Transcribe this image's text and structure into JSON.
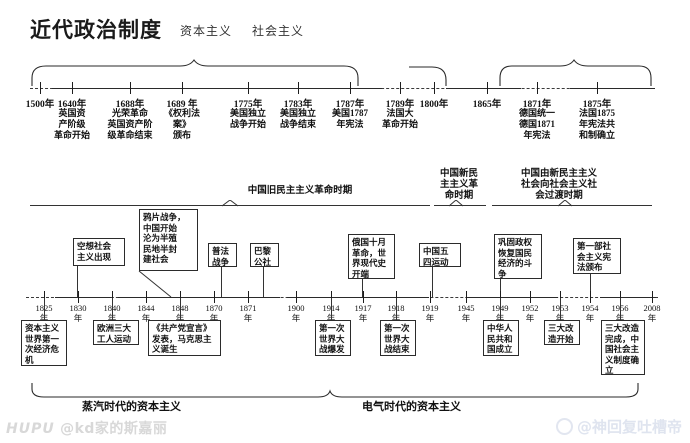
{
  "header": {
    "title": "近代政治制度",
    "subtitle_capitalism": "资本主义",
    "subtitle_socialism": "社会主义"
  },
  "top_timeline": {
    "events": [
      {
        "year": "1500年",
        "text": ""
      },
      {
        "year": "1640年",
        "text": "英国资\n产阶级\n革命开始"
      },
      {
        "year": "1688年",
        "text": "光荣革命\n英国资产阶\n级革命结束"
      },
      {
        "year": "1689 年",
        "text": "《权利法案》\n颁布"
      },
      {
        "year": "1775年",
        "text": "美国独立\n战争开始"
      },
      {
        "year": "1783年",
        "text": "美国独立\n战争结束"
      },
      {
        "year": "1787年",
        "text": "美国1787\n年宪法"
      },
      {
        "year": "1789年",
        "text": "法国大\n革命开始"
      },
      {
        "year": "1800年",
        "text": ""
      },
      {
        "year": "1865年",
        "text": ""
      },
      {
        "year": "1871年",
        "text": "德国统一\n德国1871\n年宪法"
      },
      {
        "year": "1875年",
        "text": "法国1875\n年宪法共\n和制确立"
      }
    ]
  },
  "periods": [
    {
      "label": "中国旧民主主义革命时期"
    },
    {
      "label": "中国新民\n主主义革\n命时期"
    },
    {
      "label": "中国由新民主主义\n社会向社会主义社\n会过渡时期"
    }
  ],
  "upper_boxes": [
    {
      "text": "空想社会\n主义出现"
    },
    {
      "text": "鸦片战争，\n中国开始\n沦为半殖\n民地半封\n建社会"
    },
    {
      "text": "普法\n战争"
    },
    {
      "text": "巴黎\n公社"
    },
    {
      "text": "俄国十月\n革命，世\n界现代史\n开端"
    },
    {
      "text": "中国五\n四运动"
    },
    {
      "text": "巩固政权\n恢复国民\n经济的斗\n争"
    },
    {
      "text": "第一部社\n会主义宪\n法颁布"
    }
  ],
  "main_axis": {
    "years": [
      "1825\n年",
      "1830\n年",
      "1840\n年",
      "1844\n年",
      "1848\n年",
      "1870\n年",
      "1871\n年",
      "1900\n年",
      "1914\n年",
      "1917\n年",
      "1918\n年",
      "1919\n年",
      "1945\n年",
      "1949\n年",
      "1952\n年",
      "1953\n年",
      "1954\n年",
      "1956\n年",
      "2008\n年"
    ]
  },
  "lower_boxes": [
    {
      "text": "资本主义\n世界第一\n次经济危\n机"
    },
    {
      "text": "欧洲三大\n工人运动"
    },
    {
      "text": "《共产党宣言》\n发表，马克思主\n义诞生"
    },
    {
      "text": "第一次\n世界大\n战爆发"
    },
    {
      "text": "第一次\n世界大\n战结束"
    },
    {
      "text": "中华人\n民共和\n国成立"
    },
    {
      "text": "三大改\n造开始"
    },
    {
      "text": "三大改造\n完成，中\n国社会主\n义制度确\n立"
    }
  ],
  "eras": [
    {
      "label": "蒸汽时代的资本主义"
    },
    {
      "label": "电气时代的资本主义"
    }
  ],
  "watermarks": {
    "left_brand": "HUPU",
    "left_user": "@kd家的斯嘉丽",
    "right_user": "@神回复吐槽帝"
  },
  "colors": {
    "ink": "#111111",
    "line": "#2a2a2a",
    "watermark_left": "#d8d8d8",
    "watermark_right": "#dfe4ef"
  }
}
